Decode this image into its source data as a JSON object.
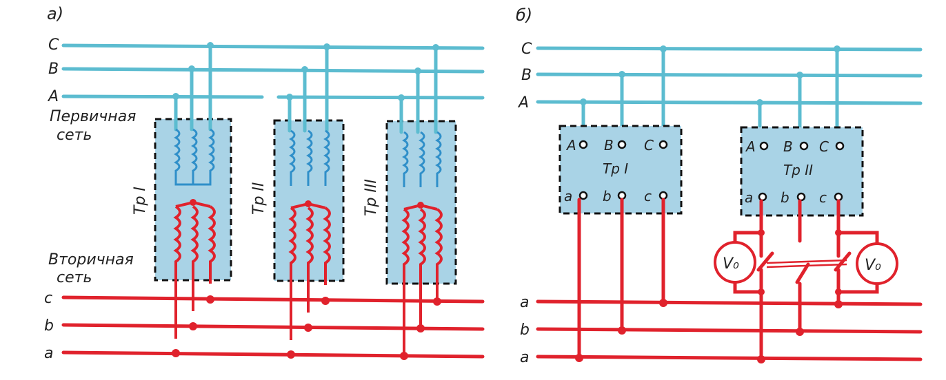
{
  "diagram_a": {
    "label": "а)",
    "primary_phases": [
      "C",
      "B",
      "A"
    ],
    "secondary_phases": [
      "c",
      "b",
      "a"
    ],
    "primary_caption": [
      "Первичная",
      "сеть"
    ],
    "secondary_caption": [
      "Вторичная",
      "сеть"
    ],
    "transformers": [
      "Тр I",
      "Тр II",
      "Тр III"
    ]
  },
  "diagram_b": {
    "label": "б)",
    "primary_phases": [
      "C",
      "B",
      "A"
    ],
    "secondary_phases": [
      "a",
      "b",
      "a"
    ],
    "transformers": [
      {
        "name": "Тр I",
        "primary_terminals": [
          "A",
          "B",
          "C"
        ],
        "secondary_terminals": [
          "a",
          "b",
          "c"
        ]
      },
      {
        "name": "Тр II",
        "primary_terminals": [
          "A",
          "B",
          "C"
        ],
        "secondary_terminals": [
          "a",
          "b",
          "c"
        ]
      }
    ],
    "voltmeter_label": "V₀"
  },
  "colors": {
    "primary": "#5cbcd0",
    "secondary": "#e0222c",
    "box": "#a9d3e6"
  }
}
